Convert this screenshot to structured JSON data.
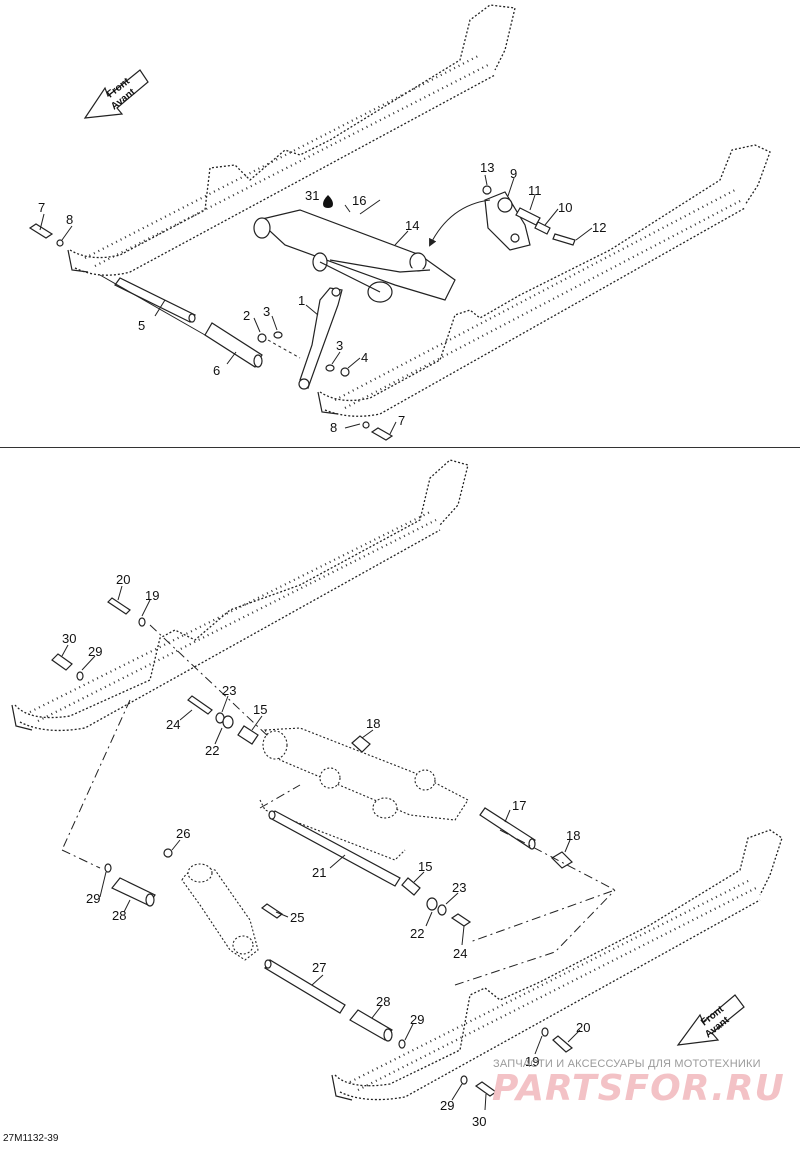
{
  "figure": {
    "code": "27M1132-39",
    "front_label": "Front",
    "front_label_fr": "Avant"
  },
  "watermark": {
    "text": "ЗАПЧАСТИ И АКСЕССУАРЫ ДЛЯ МОТОТЕХНИКИ",
    "logo": "PARTSFOR.RU"
  },
  "callouts_top": [
    "7",
    "8",
    "5",
    "6",
    "2",
    "3",
    "3",
    "4",
    "1",
    "31",
    "16",
    "14",
    "13",
    "9",
    "11",
    "10",
    "12",
    "8",
    "7"
  ],
  "callouts_bottom": [
    "20",
    "19",
    "30",
    "29",
    "24",
    "23",
    "22",
    "15",
    "18",
    "17",
    "18",
    "26",
    "21",
    "15",
    "23",
    "22",
    "24",
    "29",
    "28",
    "25",
    "27",
    "28",
    "29",
    "20",
    "19",
    "29",
    "30"
  ]
}
